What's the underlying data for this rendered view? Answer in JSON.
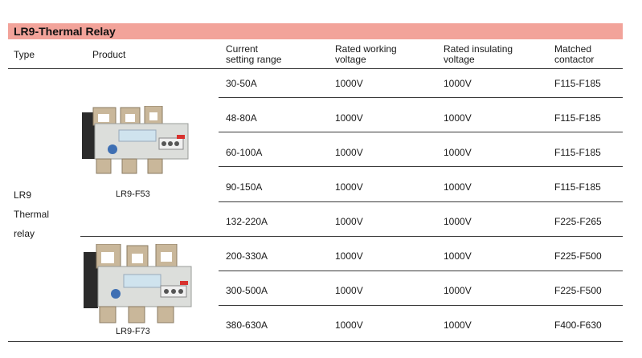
{
  "title": "LR9-Thermal Relay",
  "headers": {
    "type": "Type",
    "product": "Product",
    "current": [
      "Current",
      "setting range"
    ],
    "working": [
      "Rated working",
      "voltage"
    ],
    "insulating": [
      "Rated insulating",
      "voltage"
    ],
    "contactor": [
      "Matched",
      "contactor"
    ]
  },
  "type_label": [
    "LR9",
    "Thermal",
    "relay"
  ],
  "products": [
    {
      "caption": "LR9-F53"
    },
    {
      "caption": "LR9-F73"
    }
  ],
  "rows": [
    {
      "current": "30-50A",
      "working": "1000V",
      "insulating": "1000V",
      "contactor": "F115-F185"
    },
    {
      "current": "48-80A",
      "working": "1000V",
      "insulating": "1000V",
      "contactor": "F115-F185"
    },
    {
      "current": "60-100A",
      "working": "1000V",
      "insulating": "1000V",
      "contactor": "F115-F185"
    },
    {
      "current": "90-150A",
      "working": "1000V",
      "insulating": "1000V",
      "contactor": "F115-F185"
    },
    {
      "current": "132-220A",
      "working": "1000V",
      "insulating": "1000V",
      "contactor": "F225-F265"
    },
    {
      "current": "200-330A",
      "working": "1000V",
      "insulating": "1000V",
      "contactor": "F225-F500"
    },
    {
      "current": "300-500A",
      "working": "1000V",
      "insulating": "1000V",
      "contactor": "F225-F500"
    },
    {
      "current": "380-630A",
      "working": "1000V",
      "insulating": "1000V",
      "contactor": "F400-F630"
    }
  ],
  "colors": {
    "title_bg": "#f2a39a",
    "rule": "#3a3a3a"
  }
}
